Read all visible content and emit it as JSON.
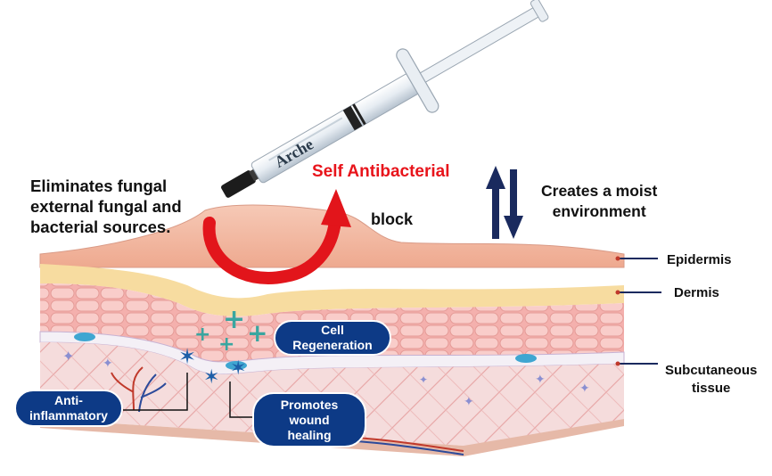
{
  "syringe": {
    "brand": "Arche"
  },
  "texts": {
    "eliminates": "Eliminates fungal\nexternal fungal and\nbacterial sources.",
    "self_antibacterial": "Self Antibacterial",
    "block": "block",
    "moist": "Creates a moist\nenvironment"
  },
  "layers": {
    "epidermis": "Epidermis",
    "dermis": "Dermis",
    "subcutaneous": "Subcutaneous\ntissue"
  },
  "badges": {
    "cell_regeneration": "Cell\nRegeneration",
    "anti_inflammatory": "Anti-\ninflammatory",
    "wound_healing": "Promotes\nwound\nhealing"
  },
  "colors": {
    "accent_red": "#e8141b",
    "navy": "#0d3a86",
    "dark_navy": "#1a2a5e"
  }
}
